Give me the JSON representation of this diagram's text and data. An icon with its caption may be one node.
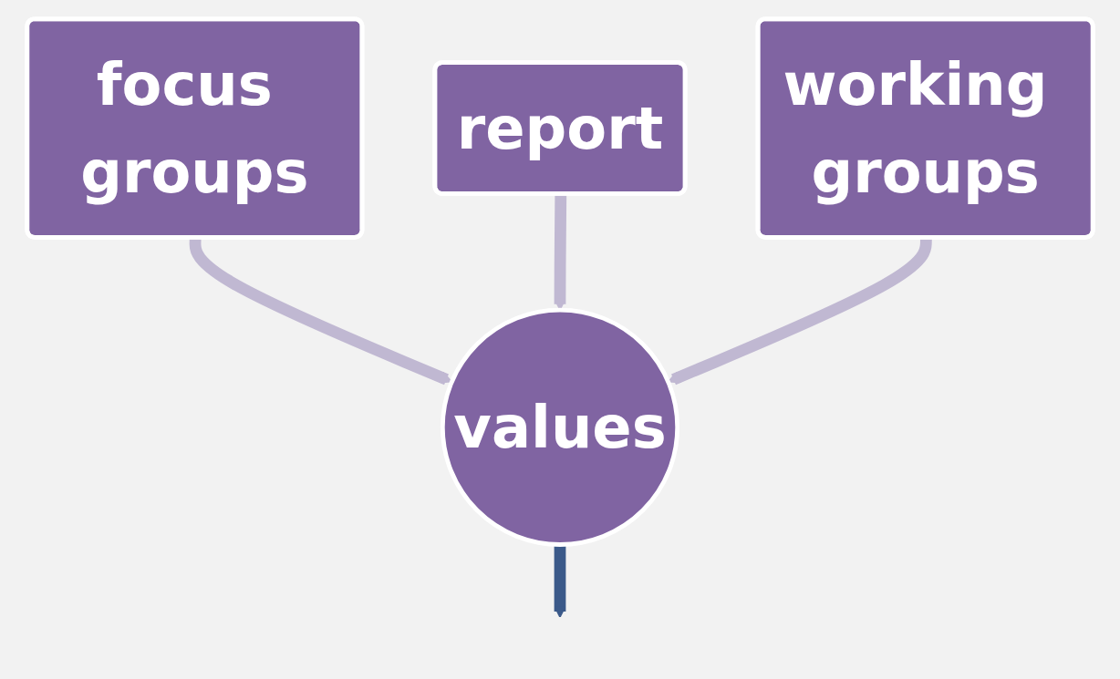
{
  "diagram": {
    "nodes": [
      {
        "text": [
          "focus groups"
        ]
      },
      {
        "text": [
          "report"
        ]
      },
      {
        "text": [
          "working groups"
        ]
      },
      {
        "text": [
          "values"
        ]
      }
    ],
    "edges": [
      {
        "from": 0,
        "to": 3,
        "arrow": "to"
      },
      {
        "from": 1,
        "to": 3,
        "arrow": "to"
      },
      {
        "from": 2,
        "to": 3,
        "arrow": "to"
      },
      {
        "from": 3,
        "to": null,
        "arrow": "to",
        "color": "#3b5a8a"
      }
    ]
  }
}
